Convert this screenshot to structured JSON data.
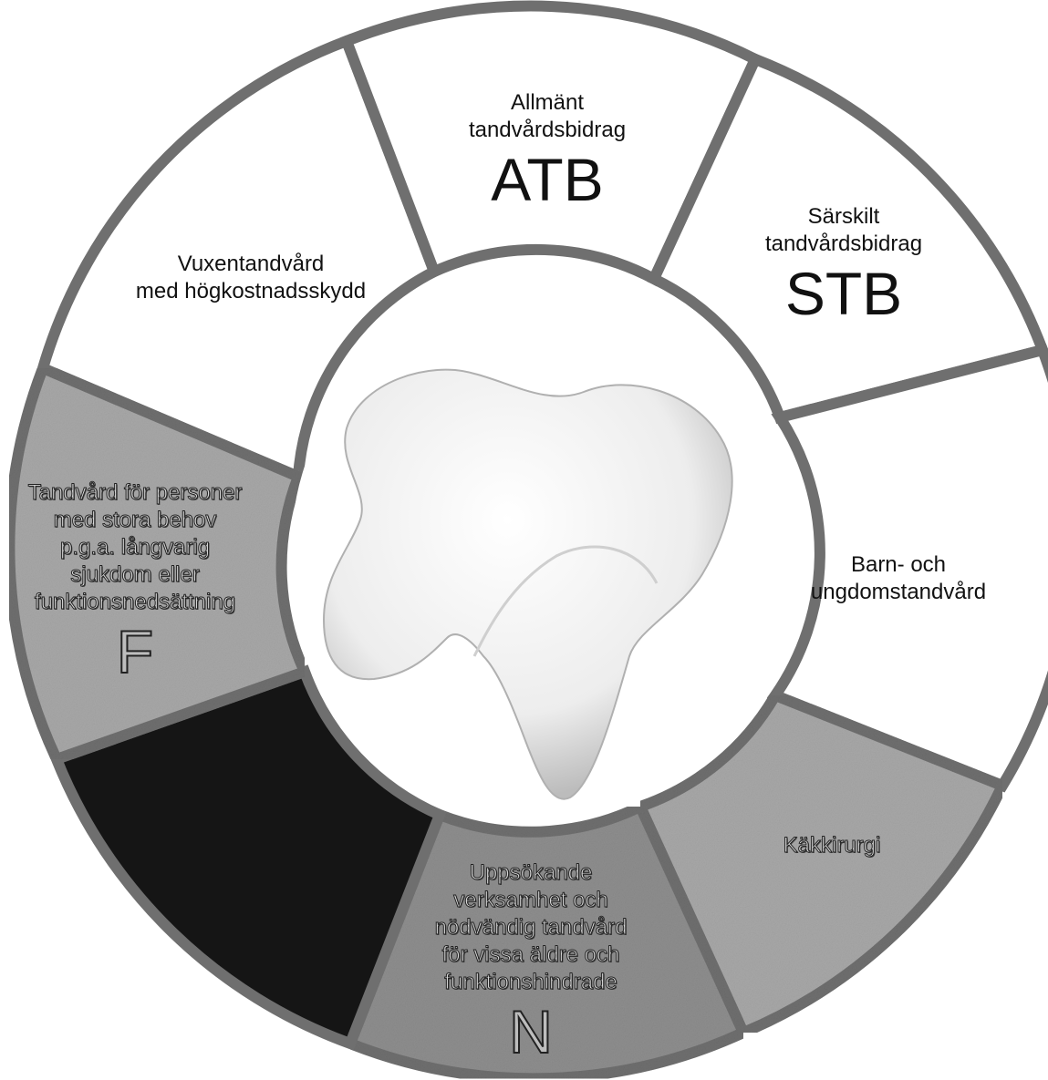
{
  "segments": {
    "vuxen": {
      "lines": [
        "Vuxentandvård",
        "med högkostnadsskydd"
      ]
    },
    "atb": {
      "lines": [
        "Allmänt",
        "tandvårdsbidrag"
      ],
      "abbr": "ATB"
    },
    "stb": {
      "lines": [
        "Särskilt",
        "tandvårdsbidrag"
      ],
      "abbr": "STB"
    },
    "barn": {
      "lines": [
        "Barn- och",
        "ungdomstandvård"
      ]
    },
    "kak": {
      "lines": [
        "Käkkirurgi"
      ]
    },
    "n": {
      "lines": [
        "Uppsökande",
        "verksamhet och",
        "nödvändig tandvård",
        "för vissa äldre och",
        "funktionshindrade"
      ],
      "abbr": "N"
    },
    "dark": {
      "lines": []
    },
    "f": {
      "lines": [
        "Tandvård för personer",
        "med stora behov",
        "p.g.a. långvarig",
        "sjukdom eller",
        "funktionsnedsättning"
      ],
      "abbr": "F"
    }
  },
  "colors": {
    "white_fill": "#ffffff",
    "gray_fill": "#a8a8a8",
    "mid_gray_fill": "#8e8e8e",
    "dark_fill": "#151515",
    "frame": "#6f6f6f",
    "tooth": "#f4f4f4"
  }
}
